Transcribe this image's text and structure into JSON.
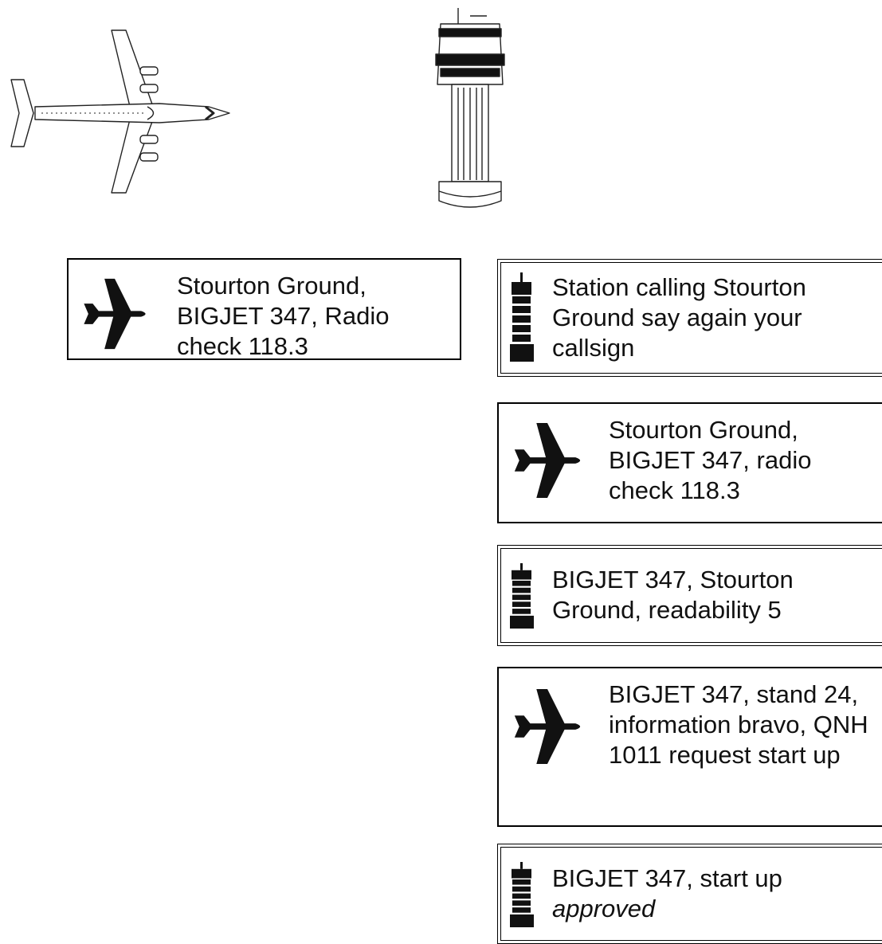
{
  "transcript": [
    {
      "speaker": "aircraft",
      "lines": [
        "Stourton Ground,",
        "BIGJET 347, Radio",
        "check 118.3"
      ]
    },
    {
      "speaker": "atc",
      "lines": [
        "Station calling Stourton",
        "Ground say again your",
        "callsign"
      ]
    },
    {
      "speaker": "aircraft",
      "lines": [
        "Stourton Ground,",
        "BIGJET 347, radio",
        "check 118.3"
      ]
    },
    {
      "speaker": "atc",
      "lines": [
        "BIGJET 347, Stourton",
        "Ground, readability 5"
      ]
    },
    {
      "speaker": "aircraft",
      "lines": [
        "BIGJET 347, stand 24,",
        "information bravo, QNH",
        "1011 request start up"
      ]
    },
    {
      "speaker": "atc",
      "lines": [
        "BIGJET 347, start up"
      ],
      "emphasis": "approved"
    }
  ]
}
